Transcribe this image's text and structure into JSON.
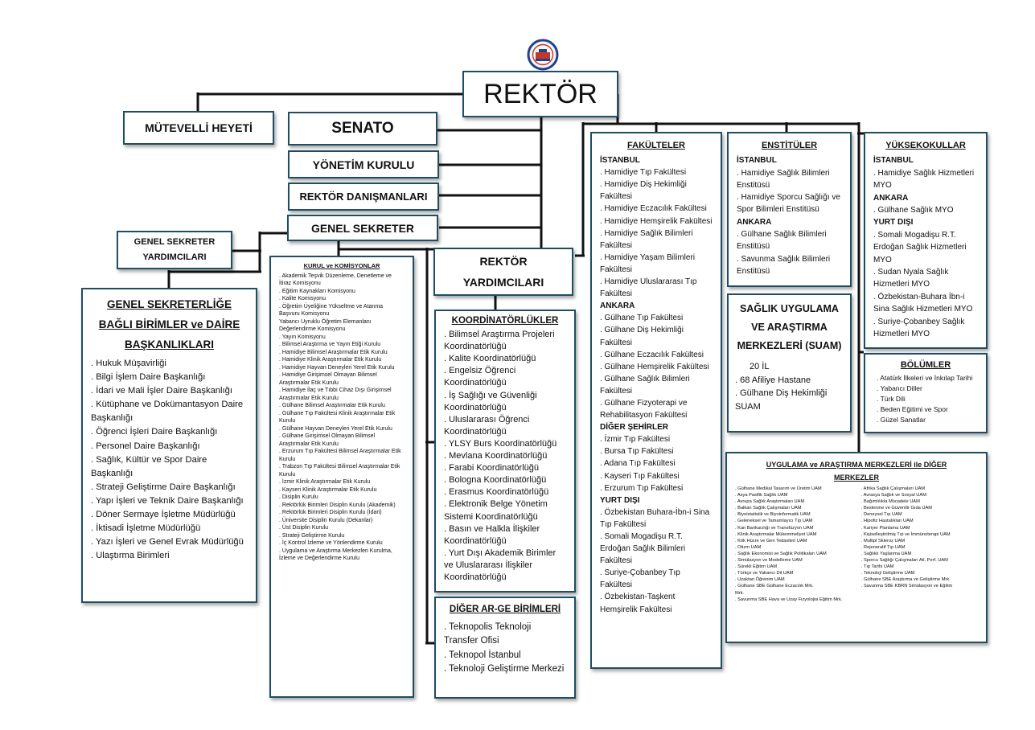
{
  "rektor": "REKTÖR",
  "mutevelli": "MÜTEVELLİ HEYETİ",
  "senato": "SENATO",
  "yonetim": "YÖNETİM KURULU",
  "danisman": "REKTÖR DANIŞMANLARI",
  "genel_sekreter": "GENEL SEKRETER",
  "gs_yardimci": [
    "GENEL SEKRETER",
    "YARDIMCILARI"
  ],
  "rektor_yardimci": [
    "REKTÖR",
    "YARDIMCILARI"
  ],
  "gs_birimler": {
    "title": [
      "GENEL SEKRETERLİĞE",
      "BAĞLI BİRİMLER ve DAİRE",
      "BAŞKANLIKLARI"
    ],
    "items": [
      ". Hukuk Müşavirliği",
      ". Bilgi İşlem Daire Başkanlığı",
      ". İdari ve Mali İşler Daire Başkanlığı",
      ". Kütüphane ve Dokümantasyon Daire Başkanlığı",
      ". Öğrenci İşleri Daire Başkanlığı",
      ". Personel Daire Başkanlığı",
      ". Sağlık, Kültür ve Spor Daire Başkanlığı",
      ". Strateji Geliştirme Daire Başkanlığı",
      ". Yapı İşleri ve Teknik Daire Başkanlığı",
      ". Döner Sermaye İşletme Müdürlüğü",
      ". İktisadi İşletme Müdürlüğü",
      ". Yazı İşleri ve Genel Evrak Müdürlüğü",
      ". Ulaştırma Birimleri"
    ]
  },
  "kurul": {
    "title": "KURUL ve KOMİSYONLAR",
    "items": [
      ". Akademik Teşvik Düzenleme, Denetleme ve İtiraz Komisyonu",
      ". Eğitim Kaynakları Komisyonu",
      ". Kalite Komisyonu",
      ". Öğretim Üyeliğine Yükseltme ve Atanma Başvuru Komisyonu",
      "Yabancı Uyruklu Öğretim Elemanlanı Değerlendirme Komisyonu",
      ". Yayın Komisyonu",
      ". Bilimsel Araştırma ve Yayın Etiği Kurulu",
      ". Hamidiye Bilimsel Araştırmalar Etik Kurulu",
      ". Hamidiye Klinik Araştırmalar Etik Kurulu",
      ". Hamidiye Hayvan Deneyleri Yerel Etik Kurulu",
      ". Hamidiye Girişimsel Olmayan Bilimsel Araştırmalar Etik Kurulu",
      ". Hamidiye İlaç ve Tıbbi Cihaz Dışı Girişimsel Araştırmalar Etik Kurulu",
      ". Gülhane Bilimsel Araştırmalar Etik Kurulu",
      ". Gülhane Tıp Fakültesi Klinik Araştırmalar Etik Kurulu",
      ". Gülhane Hayvan Deneyleri Yerel Etik Kurulu",
      ". Gülhane Girişimsel Olmayan Bilimsel Araştırmalar Etik Kurulu",
      ". Erzurum Tıp Fakültesi Bilimsel Araştırmalar Etik Kurulu",
      ". Trabzon Tıp Fakültesi Bilimsel Araştırmalar Etik Kurulu",
      ". İzmir Klinik Araştırmalar Etik Kurulu",
      ". Kayseri Klinik Araştırmalar Etik Kurulu",
      ". Disiplin Kurulu",
      ". Rektörlük Birimleri Disiplin Kurulu (Akademik)",
      ". Rektörlük Birimleri Disiplin Kurulu (İdari)",
      ". Üniversite Disiplin Kurulu (Dekanlar)",
      ". Üst Disiplin Kurulu",
      ". Strateji Geliştirme Kurulu",
      ". İç Kontrol İzleme ve Yönlendirme Kurulu",
      ". Uygulama ve Araştırma Merkezleri Kurulma, İzleme ve Değerlendirme Kurulu"
    ]
  },
  "koordinator": {
    "title": "KOORDİNATÖRLÜKLER",
    "items": [
      ". Bilimsel Araştırma Projeleri Koordinatörlüğü",
      ". Kalite Koordinatörlüğü",
      ". Engelsiz Öğrenci Koordinatörlüğü",
      ". İş Sağlığı ve Güvenliği Koordinatörlüğü",
      ". Uluslararası Öğrenci Koordinatörlüğü",
      ". YLSY Burs Koordinatörlüğü",
      ". Mevlana Koordinatörlüğü",
      ". Farabi Koordinatörlüğü",
      ". Bologna Koordinatörlüğü",
      ". Erasmus Koordinatörlüğü",
      ". Elektronik Belge Yönetim Sistemi Koordinatörlüğü",
      ". Basın ve Halkla İlişkiler Koordinatörlüğü",
      ". Yurt Dışı Akademik Birimler ve Uluslararası İlişkiler Koordinatörlüğü"
    ]
  },
  "arge": {
    "title": "DİĞER AR-GE BİRİMLERİ",
    "items": [
      ". Teknopolis Teknoloji Transfer Ofisi",
      ". Teknopol İstanbul",
      ". Teknoloji Geliştirme Merkezi"
    ]
  },
  "fakulteler": {
    "title": "FAKÜLTELER",
    "items": [
      {
        "t": "İSTANBUL",
        "h": true
      },
      {
        "t": ". Hamidiye Tıp Fakültesi"
      },
      {
        "t": ". Hamidiye Diş Hekimliği Fakültesi"
      },
      {
        "t": ". Hamidiye Eczacılık Fakültesi"
      },
      {
        "t": ". Hamidiye Hemşirelik Fakültesi"
      },
      {
        "t": ". Hamidiye Sağlık Bilimleri Fakültesi"
      },
      {
        "t": ". Hamidiye Yaşam Bilimleri Fakültesi"
      },
      {
        "t": ". Hamidiye Uluslararası Tıp Fakültesi"
      },
      {
        "t": "ANKARA",
        "h": true
      },
      {
        "t": ". Gülhane Tıp Fakültesi"
      },
      {
        "t": ". Gülhane Diş Hekimliği Fakültesi"
      },
      {
        "t": ". Gülhane Eczacılık Fakültesi"
      },
      {
        "t": ". Gülhane Hemşirelik Fakültesi"
      },
      {
        "t": ". Gülhane Sağlık Bilimleri Fakültesi"
      },
      {
        "t": ". Gülhane Fizyoterapi ve Rehabilitasyon Fakültesi"
      },
      {
        "t": "DİĞER ŞEHİRLER",
        "h": true
      },
      {
        "t": ". İzmir Tıp Fakültesi"
      },
      {
        "t": ". Bursa Tıp Fakültesi"
      },
      {
        "t": ". Adana Tıp Fakültesi"
      },
      {
        "t": ". Kayseri Tıp Fakültesi"
      },
      {
        "t": ". Erzurum Tıp Fakültesi"
      },
      {
        "t": "YURT DIŞI",
        "h": true
      },
      {
        "t": ". Özbekistan Buhara-İbn-i Sina Tıp Fakültesi"
      },
      {
        "t": ". Somali Mogadişu R.T. Erdoğan Sağlık Bilimleri Fakültesi"
      },
      {
        "t": ". Suriye-Çobanbey Tıp Fakültesi"
      },
      {
        "t": ". Özbekistan-Taşkent Hemşirelik Fakültesi"
      }
    ]
  },
  "enstituler": {
    "title": "ENSTİTÜLER",
    "items": [
      {
        "t": "İSTANBUL",
        "h": true
      },
      {
        "t": ". Hamidiye Sağlık Bilimleri Enstitüsü"
      },
      {
        "t": ". Hamidiye Sporcu Sağlığı ve Spor Bilimleri Enstitüsü"
      },
      {
        "t": "ANKARA",
        "h": true
      },
      {
        "t": ". Gülhane Sağlık Bilimleri Enstitüsü"
      },
      {
        "t": ". Savunma Sağlık Bilimleri Enstitüsü"
      }
    ]
  },
  "suam": {
    "title": [
      "SAĞLIK UYGULAMA",
      "VE ARAŞTIRMA",
      "MERKEZLERİ (SUAM)"
    ],
    "items": [
      "20 İL",
      ". 68 Afiliye Hastane",
      ". Gülhane Diş Hekimliği SUAM"
    ]
  },
  "yuksekokul": {
    "title": "YÜKSEKOKULLAR",
    "items": [
      {
        "t": "İSTANBUL",
        "h": true
      },
      {
        "t": ". Hamidiye Sağlık Hizmetleri MYO"
      },
      {
        "t": "ANKARA",
        "h": true
      },
      {
        "t": ". Gülhane Sağlık MYO"
      },
      {
        "t": "YURT DIŞI",
        "h": true
      },
      {
        "t": ". Somali Mogadişu R.T. Erdoğan Sağlık Hizmetleri MYO"
      },
      {
        "t": ". Sudan Nyala Sağlık Hizmetleri MYO"
      },
      {
        "t": ". Özbekistan-Buhara İbn-i Sina Sağlık Hizmetleri MYO"
      },
      {
        "t": ". Suriye-Çobanbey Sağlık Hizmetleri MYO"
      }
    ]
  },
  "bolumler": {
    "title": "BÖLÜMLER",
    "items": [
      ". Atatürk İlkeleri ve İnkılap Tarihi",
      ". Yabancı Diller",
      ". Türk Dili",
      ". Beden Eğitimi ve Spor",
      ". Güzel Sanatlar"
    ]
  },
  "uam": {
    "title": [
      "UYGULAMA ve ARAŞTIRMA MERKEZLERİ ile DİĞER",
      "MERKEZLER"
    ],
    "col1": [
      ". Gülhane Medikal Tasarım ve Üretim UAM",
      ". Asya Pasifik Sağlık UAM",
      ". Avrupa Sağlık Araştırmaları UAM",
      ". Balkan Sağlık Çalışmaları UAM",
      ". Biyoistatistik ve Biyoinformatik UAM",
      ". Geleneksel ve Tamamlayıcı Tıp UAM",
      ". Kan Bankacılığı ve Transfüzyon UAM",
      ". Klinik Araştırmalar Mükemmeliyet UAM",
      ". Kök Hücre ve Gen Tedavileri UAM",
      ". Otizm UAM",
      ". Sağlık Ekonomisi ve Sağlık Politikaları UAM",
      ". Simülasyon ve Modelleme UAM",
      ". Sürekli Eğitim UAM",
      ". Türkçe ve Yabancı Dil UAM",
      ". Uzaktan Öğrenim UAM",
      ". Gülhane SBE Gülhane Eczacılık Mrk.",
      "Mrk.",
      ". Savunma SBE Hava ve Uzay Fizyolojisi Eğitim Mrk."
    ],
    "col2": [
      ". Afrika Sağlık Çalışmaları UAM",
      ". Avrasya Sağlık ve Sosyal UAM",
      ". Bağımlılıkla Mücadele UAM",
      ". Beslenme ve Güvenilir Gıda UAM",
      ". Deneysel Tıp UAM",
      ". Hipofiz Hastalıkları UAM",
      ". Kariyer Planlama UAM",
      ". Kişiselleştirilmiş Tıp ve İmmünoterapi UAM",
      ". Multipl Skleroz UAM",
      ". Rejeneratif Tıp UAM",
      ". Sağlıklı Yaşlanma UAM",
      ". Sporcu Sağlığı Çalışmaları Atl. Perf. UAM",
      ". Tıp Tarihi UAM",
      ". Teknoloji Geliştirme UAM",
      ". Gülhane SBE Araştırma ve Geliştirme Mrk.",
      ". Savunma SBE KBRN Simülasyon ve Eğitim"
    ]
  }
}
